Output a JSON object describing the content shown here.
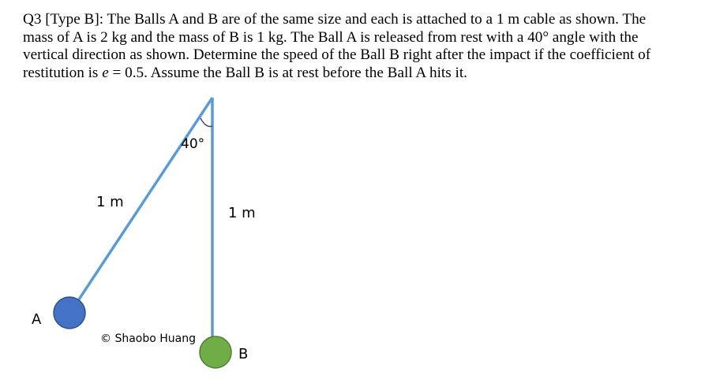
{
  "problem": {
    "line1": "Q3 [Type B]: The Balls A and B are of the same size and each is attached to a 1 m cable as shown. The",
    "line2": "mass of A is 2 kg and the mass of B is 1 kg. The Ball A is released from rest with a 40° angle with the",
    "line3": "vertical direction as shown. Determine the speed of the Ball B right after the impact if the coefficient of",
    "line4_pre": "restitution is ",
    "line4_var": "e",
    "line4_post": " = 0.5. Assume the Ball B is at rest before the Ball A hits it."
  },
  "diagram": {
    "angle_label": "40°",
    "cable_a_label": "1 m",
    "cable_b_label": "1 m",
    "ball_a_label": "A",
    "ball_b_label": "B",
    "copyright": "© Shaobo Huang",
    "colors": {
      "cable": "#5b9bd5",
      "ball_a_fill": "#4472c4",
      "ball_a_stroke": "#2f528f",
      "ball_b_fill": "#70ad47",
      "ball_b_stroke": "#507e32",
      "angle_arc": "#2f528f"
    }
  }
}
